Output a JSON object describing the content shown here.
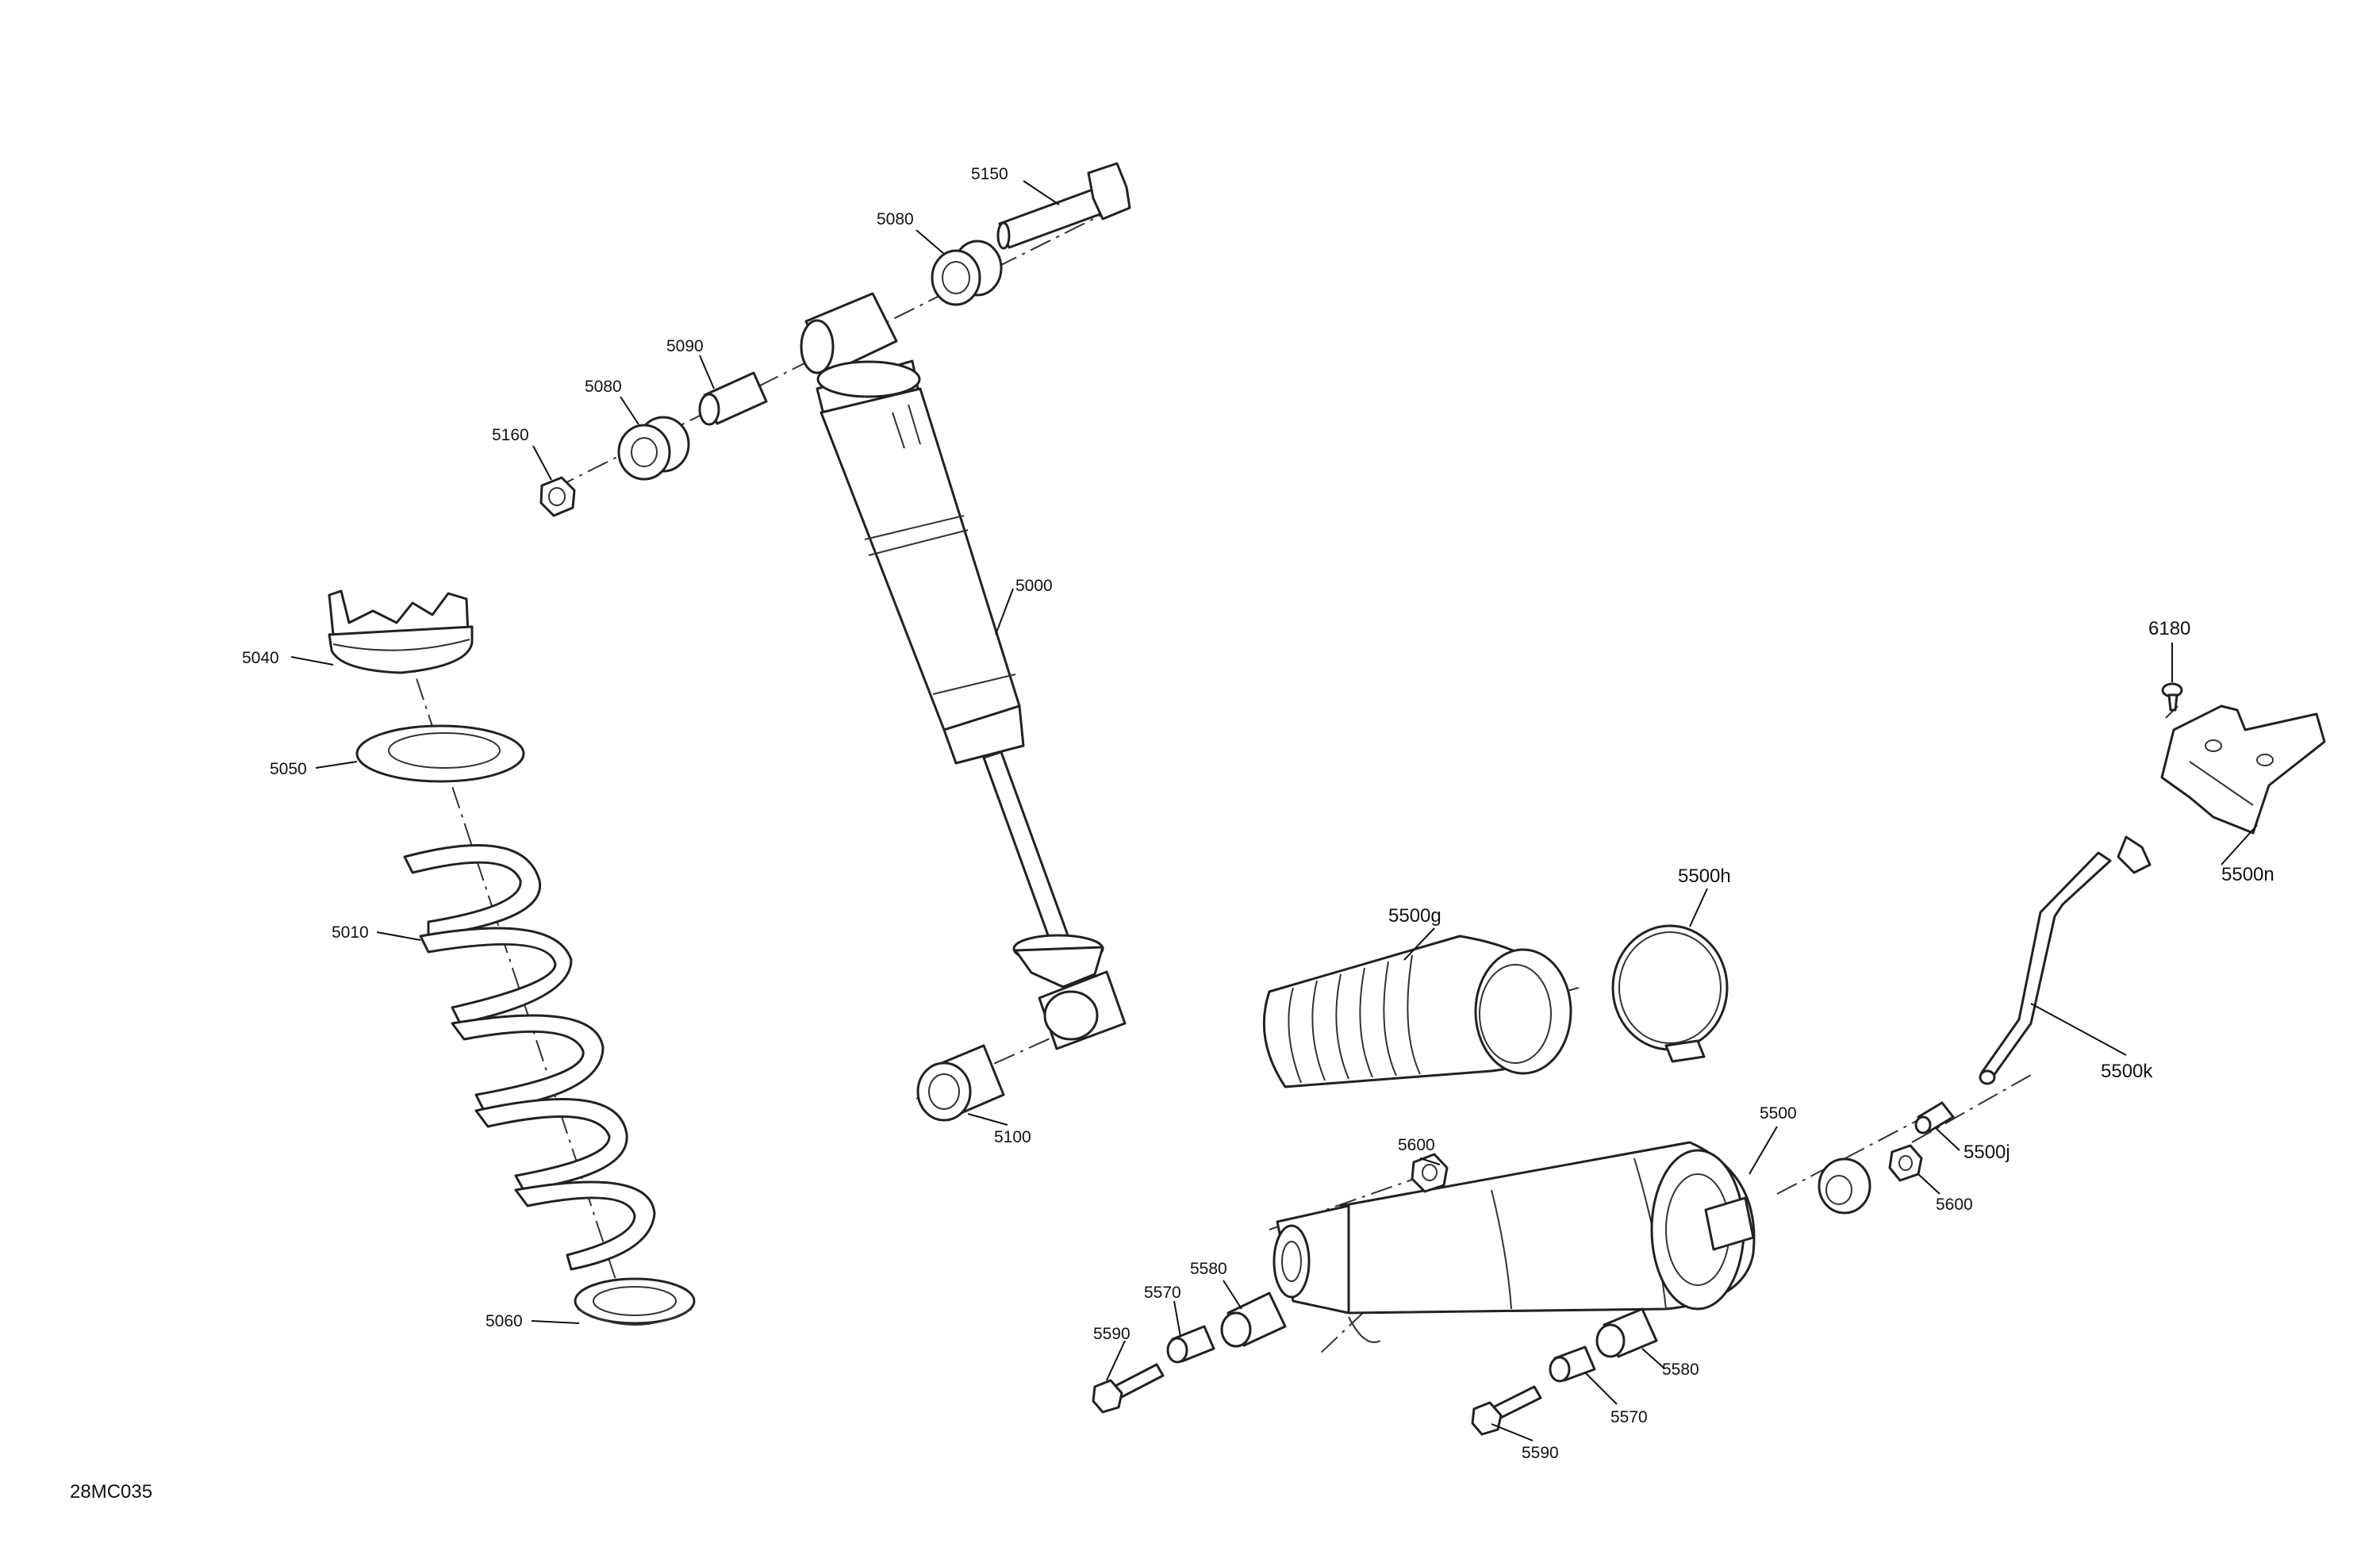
{
  "figure": {
    "id": "28MC035"
  },
  "callouts": {
    "c5150": "5150",
    "c5080a": "5080",
    "c5090": "5090",
    "c5080b": "5080",
    "c5160": "5160",
    "c5000": "5000",
    "c5040": "5040",
    "c5050": "5050",
    "c5010": "5010",
    "c5060": "5060",
    "c5100": "5100",
    "c5500g": "5500g",
    "c5500h": "5500h",
    "c6180": "6180",
    "c5500n": "5500n",
    "c5500k": "5500k",
    "c5500": "5500",
    "c5500j": "5500j",
    "c5600a": "5600",
    "c5600b": "5600",
    "c5580a": "5580",
    "c5570a": "5570",
    "c5590a": "5590",
    "c5580b": "5580",
    "c5570b": "5570",
    "c5590b": "5590"
  }
}
